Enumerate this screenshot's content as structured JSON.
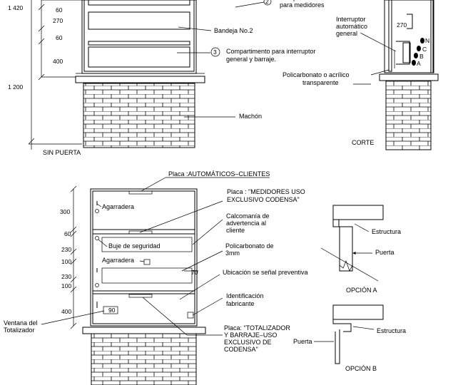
{
  "top_dims": {
    "d1420": "1 420",
    "d60a": "60",
    "d270": "270",
    "d60b": "60",
    "d400": "400",
    "d1200": "1 200"
  },
  "top_labels": {
    "medidores": "Compartimento\npara medidores",
    "medidores_num": "2",
    "bandeja": "Bandeja No.2",
    "interruptor_num": "3",
    "interruptor": "Compartimento para interruptor\ngeneral y barraje.",
    "machon": "Machón",
    "sin_puerta": "SIN PUERTA"
  },
  "corte": {
    "interruptor": "Interruptor\nautomático\ngeneral",
    "policarbonato": "Policarbonato o acrílico\ntransparente",
    "title": "CORTE",
    "dim270": "270",
    "letters": [
      "N",
      "C",
      "B",
      "A"
    ]
  },
  "bottom_dims": [
    "300",
    "60",
    "230",
    "100",
    "230",
    "100",
    "400"
  ],
  "bottom_labels": {
    "placa_top": "Placa :AUTOMÁTICOS–CLIENTES",
    "placa_medidores": "Placa : \"MEDIDORES USO\nEXCLUSIVO CODENSA\"",
    "agarradera1": "Agarradera",
    "calcomania": "Calcomanía de\nadvertencia al\ncliente",
    "buje": "Buje de seguridad",
    "policarbonato": "Policarbonato de\n3mm",
    "agarradera2": "Agarradera",
    "dim70": "70",
    "ubicacion": "Ubicación se señal preventiva",
    "identificacion": "Identificación\nfabricante",
    "ventana": "Ventana del\nTotalizador",
    "placa_totalizador": "Placa: \"TOTALIZADOR\nY BARRAJE–USO\nEXCLUSIVO DE\nCODENSA\""
  },
  "options": {
    "a_estructura": "Estructura",
    "a_puerta": "Puerta",
    "a_title": "OPCIÓN A",
    "b_estructura": "Estructura",
    "b_puerta": "Puerta",
    "b_title": "OPCIÓN B"
  }
}
